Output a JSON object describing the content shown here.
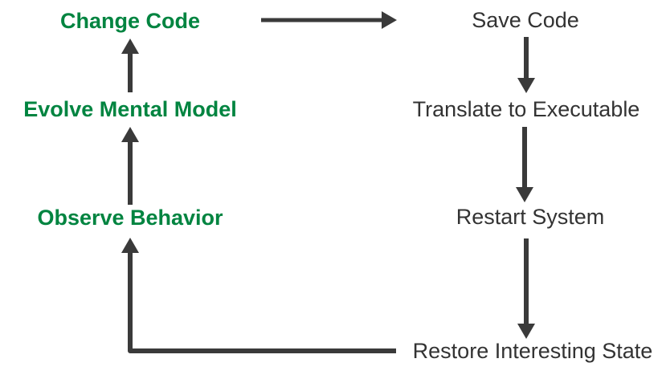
{
  "diagram": {
    "left_column": [
      {
        "id": "change-code",
        "label": "Change Code"
      },
      {
        "id": "evolve-mental-model",
        "label": "Evolve Mental Model"
      },
      {
        "id": "observe-behavior",
        "label": "Observe Behavior"
      }
    ],
    "right_column": [
      {
        "id": "save-code",
        "label": "Save Code"
      },
      {
        "id": "translate-to-executable",
        "label": "Translate to Executable"
      },
      {
        "id": "restart-system",
        "label": "Restart System"
      },
      {
        "id": "restore-interesting-state",
        "label": "Restore Interesting State"
      }
    ],
    "edges": [
      {
        "from": "observe-behavior",
        "to": "evolve-mental-model"
      },
      {
        "from": "evolve-mental-model",
        "to": "change-code"
      },
      {
        "from": "change-code",
        "to": "save-code"
      },
      {
        "from": "save-code",
        "to": "translate-to-executable"
      },
      {
        "from": "translate-to-executable",
        "to": "restart-system"
      },
      {
        "from": "restart-system",
        "to": "restore-interesting-state"
      },
      {
        "from": "restore-interesting-state",
        "to": "observe-behavior"
      }
    ]
  },
  "colors": {
    "left_text": "#008440",
    "right_text": "#333333",
    "arrow": "#3a3a3a",
    "background": "#ffffff"
  }
}
